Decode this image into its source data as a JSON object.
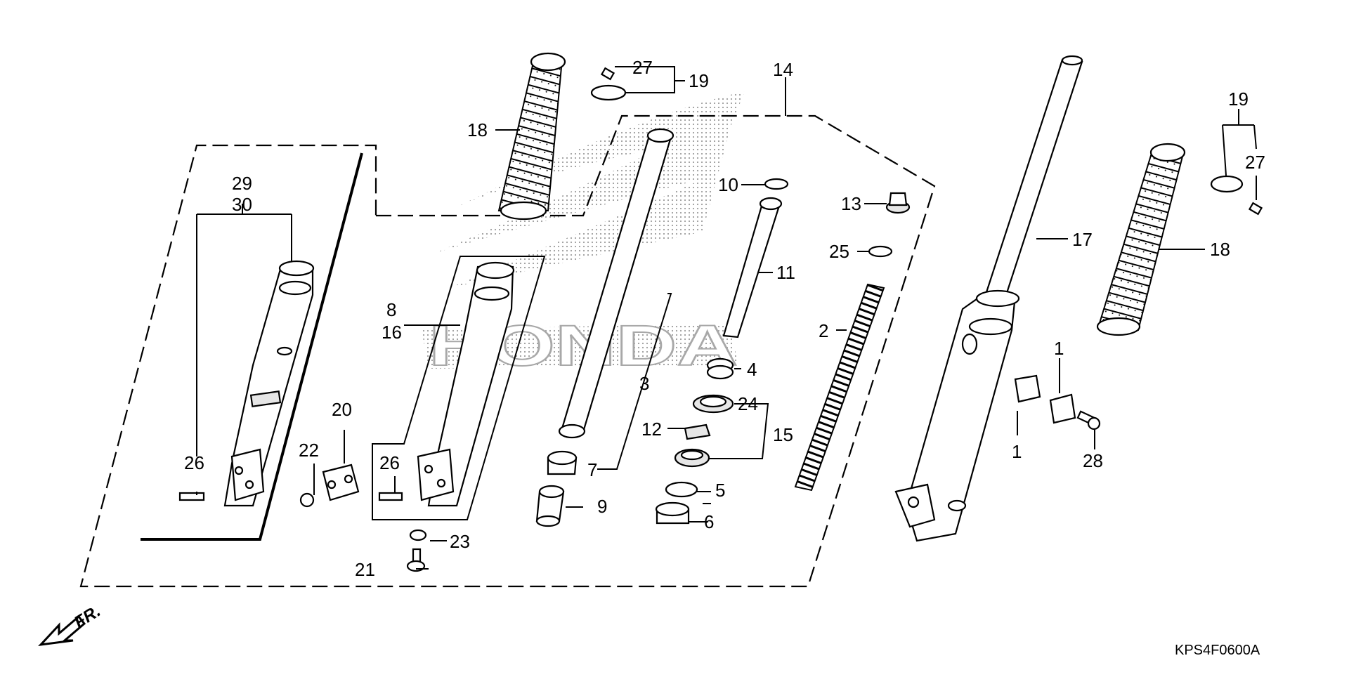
{
  "diagram": {
    "drawing_code": "KPS4F0600A",
    "front_indicator": "FR.",
    "watermark_word": "HONDA",
    "callouts": {
      "c1a": "1",
      "c1b": "1",
      "c2": "2",
      "c3": "3",
      "c4": "4",
      "c5": "5",
      "c6": "6",
      "c7": "7",
      "c8": "8",
      "c9": "9",
      "c10": "10",
      "c11": "11",
      "c12": "12",
      "c13": "13",
      "c14": "14",
      "c15": "15",
      "c16": "16",
      "c17": "17",
      "c18a": "18",
      "c18b": "18",
      "c19a": "19",
      "c19b": "19",
      "c20": "20",
      "c21": "21",
      "c22": "22",
      "c23": "23",
      "c24": "24",
      "c25": "25",
      "c26a": "26",
      "c26b": "26",
      "c27a": "27",
      "c27b": "27",
      "c28": "28",
      "c29": "29",
      "c30": "30"
    }
  }
}
